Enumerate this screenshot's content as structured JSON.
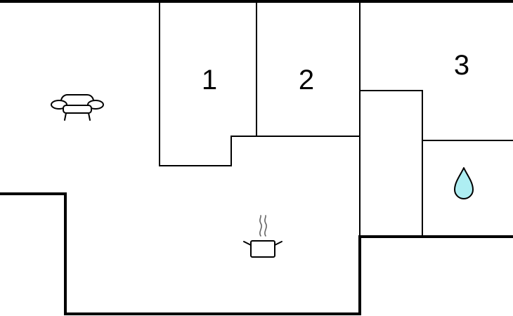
{
  "floor_plan": {
    "rooms": [
      {
        "id": "bedroom-1",
        "label": "1"
      },
      {
        "id": "bedroom-2",
        "label": "2"
      },
      {
        "id": "bedroom-3",
        "label": "3"
      }
    ],
    "icons": {
      "living_room": "sofa-icon",
      "kitchen": "cooking-pot-icon",
      "bathroom": "water-drop-icon"
    },
    "colors": {
      "wall": "#000000",
      "background": "#ffffff",
      "water_drop": "#aeeef2"
    }
  }
}
